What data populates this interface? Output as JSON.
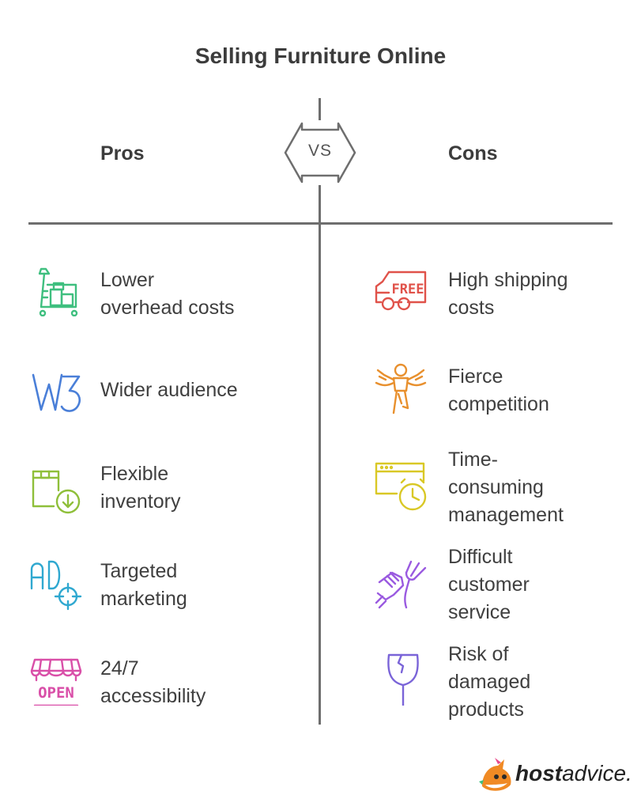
{
  "title": "Selling Furniture Online",
  "vs_label": "VS",
  "pros": {
    "heading": "Pros",
    "items": [
      {
        "icon": "shopping-cart-icon",
        "color": "#3fbf7f",
        "lines": [
          "Lower",
          "overhead costs"
        ]
      },
      {
        "icon": "w3-icon",
        "color": "#4a7fd8",
        "lines": [
          "Wider audience"
        ]
      },
      {
        "icon": "inventory-box-icon",
        "color": "#8fbf3a",
        "lines": [
          "Flexible",
          "inventory"
        ]
      },
      {
        "icon": "ad-target-icon",
        "color": "#2fa8d0",
        "lines": [
          "Targeted",
          "marketing"
        ]
      },
      {
        "icon": "open-store-icon",
        "color": "#d94fa8",
        "lines": [
          "24/7",
          "accessibility"
        ]
      }
    ]
  },
  "cons": {
    "heading": "Cons",
    "items": [
      {
        "icon": "free-delivery-truck-icon",
        "color": "#e0524a",
        "lines": [
          "High shipping",
          "costs"
        ]
      },
      {
        "icon": "fighter-icon",
        "color": "#e8902e",
        "lines": [
          "Fierce",
          "competition"
        ]
      },
      {
        "icon": "browser-clock-icon",
        "color": "#d9c826",
        "lines": [
          "Time-",
          "consuming",
          "management"
        ]
      },
      {
        "icon": "hand-fork-icon",
        "color": "#9a5ae0",
        "lines": [
          "Difficult",
          "customer",
          "service"
        ]
      },
      {
        "icon": "broken-glass-icon",
        "color": "#7a64d8",
        "lines": [
          "Risk of",
          "damaged",
          "products"
        ]
      }
    ]
  },
  "brand": {
    "bold": "host",
    "rest": "advice."
  }
}
